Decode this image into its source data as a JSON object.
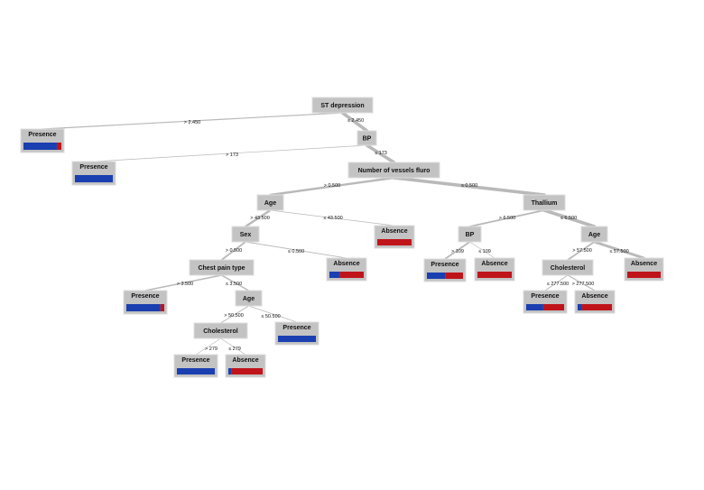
{
  "tree": {
    "colors": {
      "presence": "#1a3fb0",
      "absence": "#c0141b",
      "node_fill": "#c3c3c3",
      "edge": "#b9b9b9"
    },
    "nodes": [
      {
        "id": "n0",
        "label": "ST depression",
        "kind": "split"
      },
      {
        "id": "n1",
        "label": "Presence",
        "kind": "leaf",
        "presence_fraction": 0.88
      },
      {
        "id": "n2",
        "label": "BP",
        "kind": "split"
      },
      {
        "id": "n3",
        "label": "Presence",
        "kind": "leaf",
        "presence_fraction": 1.0
      },
      {
        "id": "n4",
        "label": "Number of vessels fluro",
        "kind": "split"
      },
      {
        "id": "n5",
        "label": "Age",
        "kind": "split"
      },
      {
        "id": "n6",
        "label": "Thallium",
        "kind": "split"
      },
      {
        "id": "n7",
        "label": "Sex",
        "kind": "split"
      },
      {
        "id": "n8",
        "label": "Absence",
        "kind": "leaf",
        "presence_fraction": 0.0
      },
      {
        "id": "n9",
        "label": "BP",
        "kind": "split"
      },
      {
        "id": "n10",
        "label": "Age",
        "kind": "split"
      },
      {
        "id": "n11",
        "label": "Chest pain type",
        "kind": "split"
      },
      {
        "id": "n12",
        "label": "Absence",
        "kind": "leaf",
        "presence_fraction": 0.3
      },
      {
        "id": "n13",
        "label": "Presence",
        "kind": "leaf",
        "presence_fraction": 0.52
      },
      {
        "id": "n14",
        "label": "Absence",
        "kind": "leaf",
        "presence_fraction": 0.0
      },
      {
        "id": "n15",
        "label": "Cholesterol",
        "kind": "split"
      },
      {
        "id": "n16",
        "label": "Absence",
        "kind": "leaf",
        "presence_fraction": 0.0
      },
      {
        "id": "n17",
        "label": "Presence",
        "kind": "leaf",
        "presence_fraction": 0.9
      },
      {
        "id": "n18",
        "label": "Age",
        "kind": "split"
      },
      {
        "id": "n19",
        "label": "Presence",
        "kind": "leaf",
        "presence_fraction": 0.45
      },
      {
        "id": "n20",
        "label": "Absence",
        "kind": "leaf",
        "presence_fraction": 0.12
      },
      {
        "id": "n21",
        "label": "Cholesterol",
        "kind": "split"
      },
      {
        "id": "n22",
        "label": "Presence",
        "kind": "leaf",
        "presence_fraction": 1.0
      },
      {
        "id": "n23",
        "label": "Presence",
        "kind": "leaf",
        "presence_fraction": 1.0
      },
      {
        "id": "n24",
        "label": "Absence",
        "kind": "leaf",
        "presence_fraction": 0.1
      }
    ],
    "edges": [
      {
        "from": "n0",
        "to": "n1",
        "label": "> 2.450",
        "weight": 1
      },
      {
        "from": "n0",
        "to": "n2",
        "label": "≤ 2.450",
        "weight": 3
      },
      {
        "from": "n2",
        "to": "n3",
        "label": "> 173",
        "weight": 0.6
      },
      {
        "from": "n2",
        "to": "n4",
        "label": "≤ 173",
        "weight": 3
      },
      {
        "from": "n4",
        "to": "n5",
        "label": "> 0.500",
        "weight": 2
      },
      {
        "from": "n4",
        "to": "n6",
        "label": "≤ 0.500",
        "weight": 3
      },
      {
        "from": "n5",
        "to": "n7",
        "label": "> 43.500",
        "weight": 2
      },
      {
        "from": "n5",
        "to": "n8",
        "label": "≤ 43.500",
        "weight": 0.6
      },
      {
        "from": "n6",
        "to": "n9",
        "label": "> 6.500",
        "weight": 1.5
      },
      {
        "from": "n6",
        "to": "n10",
        "label": "≤ 6.500",
        "weight": 3
      },
      {
        "from": "n7",
        "to": "n11",
        "label": "> 0.500",
        "weight": 1.5
      },
      {
        "from": "n7",
        "to": "n12",
        "label": "≤ 0.500",
        "weight": 0.8
      },
      {
        "from": "n9",
        "to": "n13",
        "label": "> 109",
        "weight": 1.5
      },
      {
        "from": "n9",
        "to": "n14",
        "label": "≤ 109",
        "weight": 0.6
      },
      {
        "from": "n10",
        "to": "n15",
        "label": "> 57.500",
        "weight": 1.5
      },
      {
        "from": "n10",
        "to": "n16",
        "label": "≤ 57.500",
        "weight": 2.5
      },
      {
        "from": "n11",
        "to": "n17",
        "label": "> 3.500",
        "weight": 1.2
      },
      {
        "from": "n11",
        "to": "n18",
        "label": "≤ 3.500",
        "weight": 1.2
      },
      {
        "from": "n15",
        "to": "n19",
        "label": "≤ 277.500",
        "weight": 0.8
      },
      {
        "from": "n15",
        "to": "n20",
        "label": "> 277.500",
        "weight": 1
      },
      {
        "from": "n18",
        "to": "n21",
        "label": "> 50.500",
        "weight": 0.8
      },
      {
        "from": "n18",
        "to": "n22",
        "label": "≤ 50.500",
        "weight": 0.6
      },
      {
        "from": "n21",
        "to": "n23",
        "label": "> 279",
        "weight": 0.5
      },
      {
        "from": "n21",
        "to": "n24",
        "label": "≤ 279",
        "weight": 0.6
      }
    ]
  }
}
